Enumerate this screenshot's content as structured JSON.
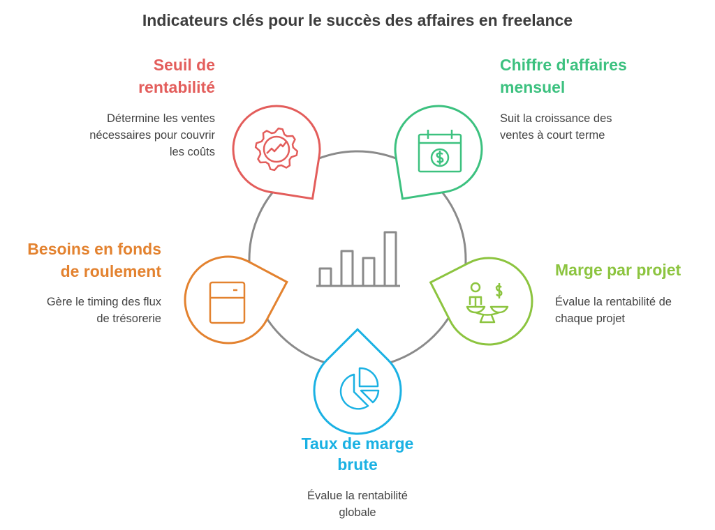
{
  "title": "Indicateurs clés pour le succès des affaires en freelance",
  "colors": {
    "ring": "#8a8a8a",
    "red": "#e35d5b",
    "green": "#3cc17f",
    "orange": "#e3822f",
    "lime": "#8cc43f",
    "blue": "#1ab1e3"
  },
  "items": [
    {
      "key": "red",
      "title_lines": [
        "Seuil de",
        "rentabilité"
      ],
      "desc_lines": [
        "Détermine les ventes",
        "nécessaires pour couvrir",
        "les coûts"
      ],
      "icon": "gear-chart-icon"
    },
    {
      "key": "green",
      "title_lines": [
        "Chiffre d'affaires",
        "mensuel"
      ],
      "desc_lines": [
        "Suit la croissance des",
        "ventes à court terme"
      ],
      "icon": "calendar-dollar-icon"
    },
    {
      "key": "orange",
      "title_lines": [
        "Besoins en fonds",
        "de roulement"
      ],
      "desc_lines": [
        "Gère le timing des flux",
        "de trésorerie"
      ],
      "icon": "cabinet-icon"
    },
    {
      "key": "lime",
      "title_lines": [
        "Marge par projet"
      ],
      "desc_lines": [
        "Évalue la rentabilité de",
        "chaque projet"
      ],
      "icon": "scale-person-dollar-icon"
    },
    {
      "key": "blue",
      "title_lines": [
        "Taux de marge",
        "brute"
      ],
      "desc_lines": [
        "Évalue la rentabilité",
        "globale"
      ],
      "icon": "pie-chart-icon"
    }
  ],
  "center_icon": "bar-chart-icon"
}
